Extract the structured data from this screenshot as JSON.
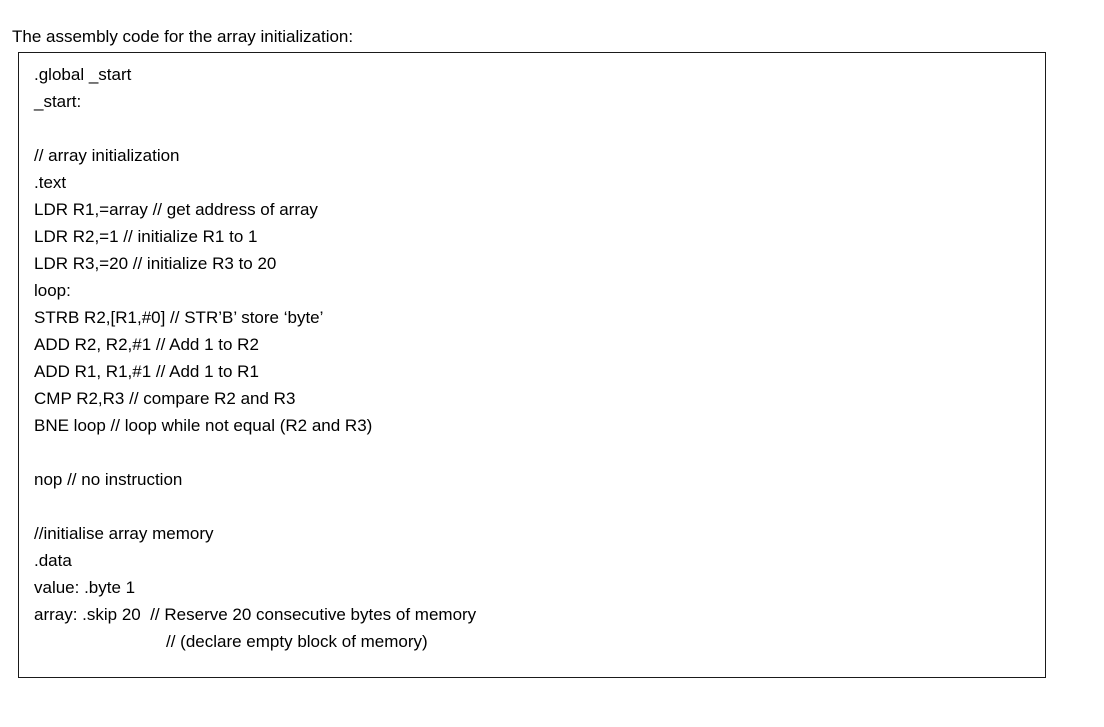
{
  "document": {
    "caption": "The assembly code for the array initialization:",
    "code_block": {
      "lines": [
        ".global _start",
        "_start:",
        "",
        "// array initialization",
        ".text",
        "LDR R1,=array // get address of array",
        "LDR R2,=1 // initialize R1 to 1",
        "LDR R3,=20 // initialize R3 to 20",
        "loop:",
        "STRB R2,[R1,#0] // STR’B’ store ‘byte’",
        "ADD R2, R2,#1 // Add 1 to R2",
        "ADD R1, R1,#1 // Add 1 to R1",
        "CMP R2,R3 // compare R2 and R3",
        "BNE loop // loop while not equal (R2 and R3)",
        "",
        "nop // no instruction",
        "",
        "//initialise array memory",
        ".data",
        "value: .byte 1",
        "array: .skip 20  // Reserve 20 consecutive bytes of memory",
        "// (declare empty block of memory)"
      ],
      "indented_line_indexes": [
        21
      ]
    }
  }
}
